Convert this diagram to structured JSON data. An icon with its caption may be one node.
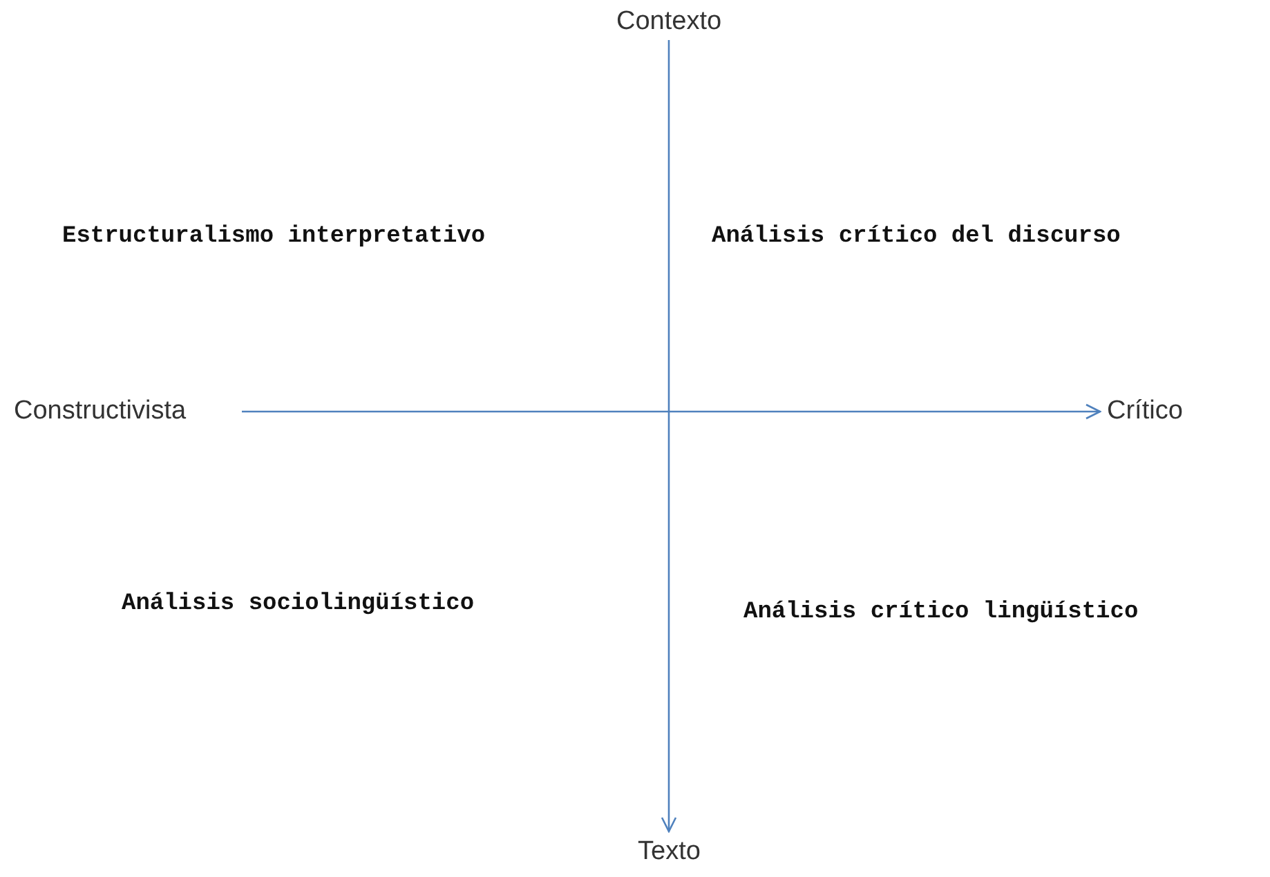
{
  "diagram": {
    "nodes": [
      {
        "text": [
          "Contexto"
        ]
      },
      {
        "text": [
          "Constructivista"
        ]
      },
      {
        "text": [
          "Crítico"
        ]
      },
      {
        "text": [
          "Texto"
        ]
      }
    ],
    "edges": [
      {
        "from": 0,
        "to": 3,
        "arrow": "to"
      },
      {
        "from": 1,
        "to": 2,
        "arrow": "to"
      }
    ],
    "labels": [
      "Estructuralismo interpretativo",
      "Análisis crítico del discurso",
      "Análisis sociolingüístico",
      "Análisis crítico lingüístico"
    ]
  }
}
